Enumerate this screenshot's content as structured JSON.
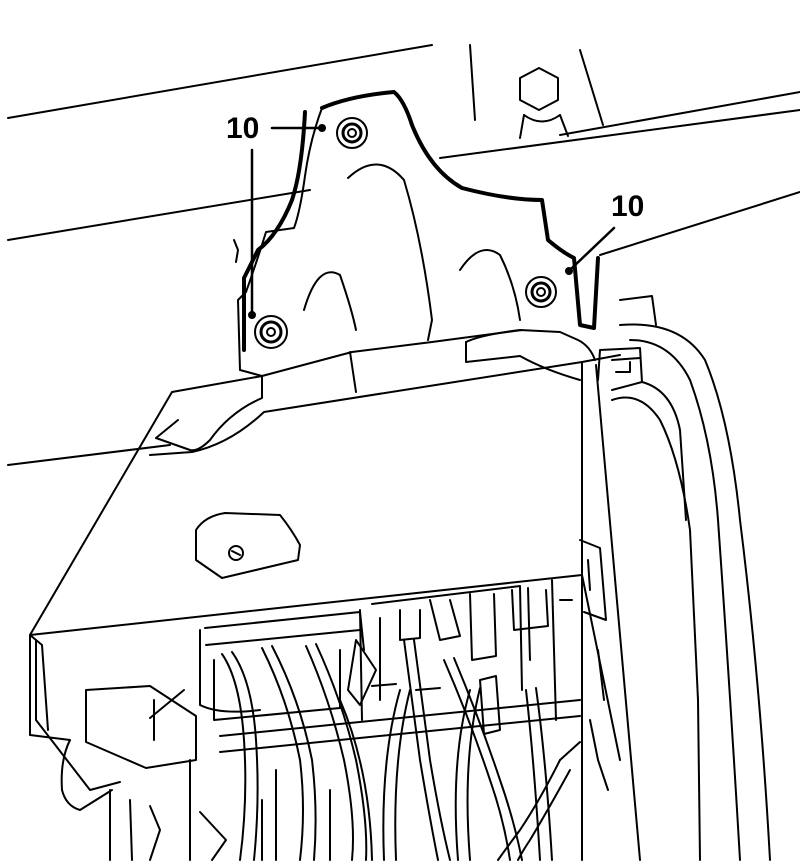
{
  "callouts": [
    {
      "id": "left",
      "label": "10"
    },
    {
      "id": "right",
      "label": "10"
    }
  ]
}
